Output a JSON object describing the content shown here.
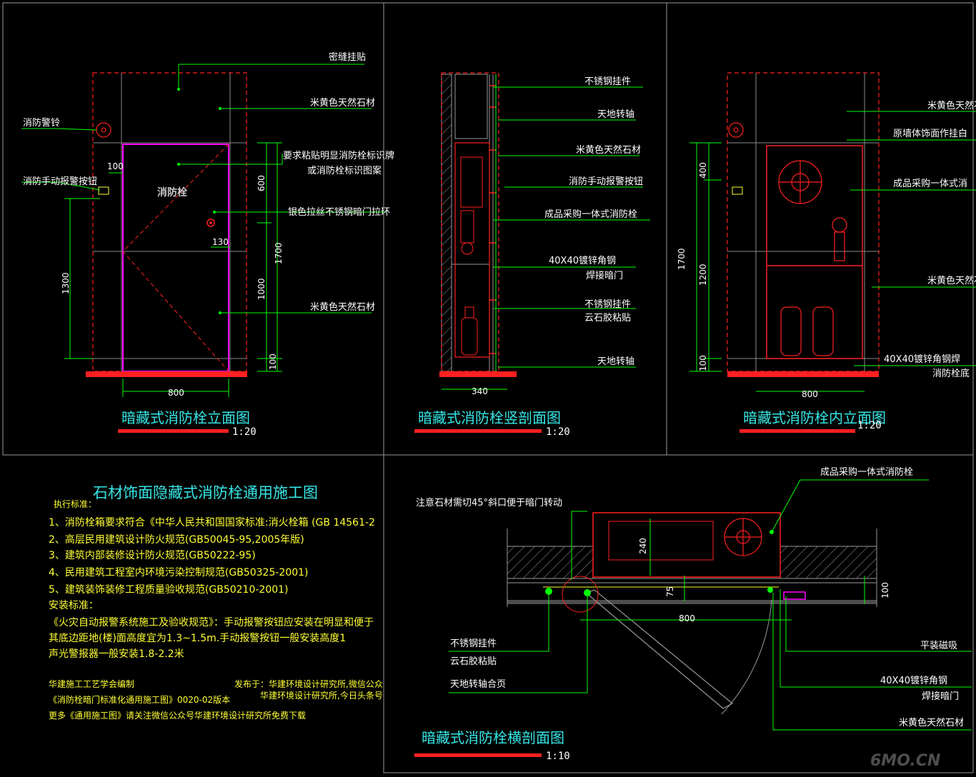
{
  "view1": {
    "title": "暗藏式消防栓立面图",
    "scale": "1:20",
    "labels": {
      "seam": "密缝挂贴",
      "stone_top": "米黄色天然石材",
      "alarm_bell": "消防警铃",
      "sign_req_1": "要求粘贴明显消防栓标识牌",
      "sign_req_2": "或消防栓标识图案",
      "manual_button": "消防手动报警按钮",
      "door_handle": "银色拉丝不锈钢暗门拉环",
      "stone_bottom": "米黄色天然石材",
      "door_text": "消防栓"
    },
    "dims": {
      "d100": "100",
      "d130": "130",
      "d600": "600",
      "d1700": "1700",
      "d1000": "1000",
      "d100b": "100",
      "d1300": "1300",
      "d800": "800"
    }
  },
  "view2": {
    "title": "暗藏式消防栓竖剖面图",
    "scale": "1:20",
    "labels": {
      "ss_hanger": "不锈钢挂件",
      "pivot_top": "天地转轴",
      "stone": "米黄色天然石材",
      "manual_button": "消防手动报警按钮",
      "cabinet": "成品采购一体式消防栓",
      "steel_1": "40X40镀锌角钢",
      "steel_2": "焊接暗门",
      "hanger_1": "不锈钢挂件",
      "hanger_2": "云石胶粘贴",
      "pivot_bottom": "天地转轴"
    },
    "dims": {
      "d340": "340"
    }
  },
  "view3": {
    "title": "暗藏式消防栓内立面图",
    "scale": "1:20",
    "labels": {
      "stone_top": "米黄色天然石材",
      "wall_base": "原墙体饰面作挂白",
      "cabinet": "成品采购一体式消",
      "stone_mid": "米黄色天然石材",
      "steel": "40X40镀锌角钢焊",
      "base": "消防栓底"
    },
    "dims": {
      "d400": "400",
      "d1700": "1700",
      "d1200": "1200",
      "d100": "100",
      "d800": "800"
    }
  },
  "notes": {
    "heading": "石材饰面隐藏式消防栓通用施工图",
    "exec_title": "执行标准：",
    "items": [
      "1、消防栓箱要求符合《中华人民共和国国家标准:消火栓箱 (GB 14561-2",
      "2、高层民用建筑设计防火规范(GB50045-95,2005年版)",
      "3、建筑内部装修设计防火规范(GB50222-95)",
      "4、民用建筑工程室内环境污染控制规范(GB50325-2001)",
      "5、建筑装饰装修工程质量验收规范(GB50210-2001)"
    ],
    "install_title": "安装标准：",
    "install_lines": [
      "《火灾自动报警系统施工及验收规范》：手动报警按钮应安装在明显和便于",
      "其底边距地(楼)面高度宜为1.3~1.5m.手动报警按钮一般安装高度1",
      "声光警报器一般安装1.8-2.2米"
    ],
    "footer": {
      "org": "华建施工工艺学会编制",
      "publish": "发布于：华建环境设计研究所,微信公众",
      "version": "《消防栓暗门标准化通用施工图》0020-02版本",
      "publish2": "华建环境设计研究所,今日头条号",
      "more": "更多《通用施工图》请关注微信公众号华建环境设计研究所免费下载"
    }
  },
  "view4": {
    "title": "暗藏式消防栓横剖面图",
    "scale": "1:10",
    "labels": {
      "cabinet": "成品采购一体式消防栓",
      "bevel": "注意石材需切45°斜口便于暗门转动",
      "hanger_1": "不锈钢挂件",
      "hanger_2": "云石胶粘贴",
      "pivot": "天地转轴合页",
      "magnet": "平装磁吸",
      "steel_1": "40X40镀锌角钢",
      "steel_2": "焊接暗门",
      "stone": "米黄色天然石材"
    },
    "dims": {
      "d240": "240",
      "d75": "75",
      "d100": "100",
      "d800": "800"
    }
  },
  "watermark": "6MO.CN",
  "colors": {
    "background": "#000000",
    "leader": "#00ff00",
    "magenta": "#ff00ff",
    "red": "#ff2020",
    "text": "#ffffff",
    "notes": "#ffff33",
    "title": "#37e6e6",
    "frame": "#9a9a9a"
  }
}
